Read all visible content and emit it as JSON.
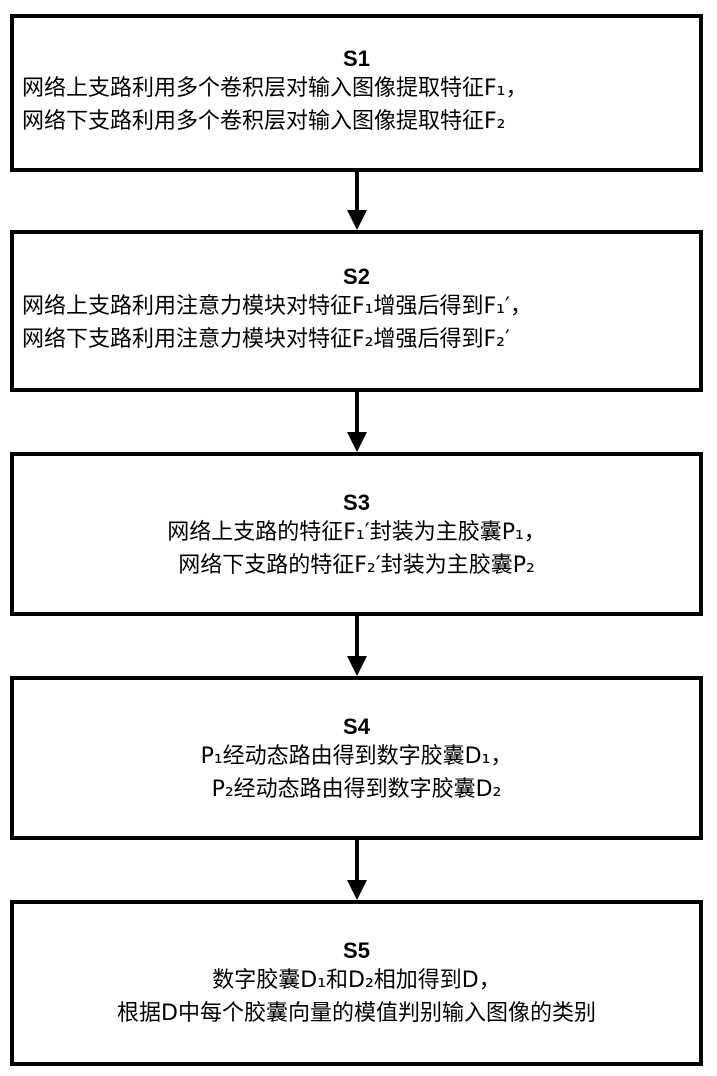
{
  "steps": [
    {
      "label": "S1",
      "lines": [
        "网络上支路利用多个卷积层对输入图像提取特征F₁，",
        "网络下支路利用多个卷积层对输入图像提取特征F₂"
      ]
    },
    {
      "label": "S2",
      "lines": [
        "网络上支路利用注意力模块对特征F₁增强后得到F₁′，",
        "网络下支路利用注意力模块对特征F₂增强后得到F₂′"
      ]
    },
    {
      "label": "S3",
      "lines": [
        "网络上支路的特征F₁′封装为主胶囊P₁，",
        "网络下支路的特征F₂′封装为主胶囊P₂"
      ]
    },
    {
      "label": "S4",
      "lines": [
        "P₁经动态路由得到数字胶囊D₁，",
        "P₂经动态路由得到数字胶囊D₂"
      ]
    },
    {
      "label": "S5",
      "lines": [
        "数字胶囊D₁和D₂相加得到D，",
        "根据D中每个胶囊向量的模值判别输入图像的类别"
      ]
    }
  ]
}
